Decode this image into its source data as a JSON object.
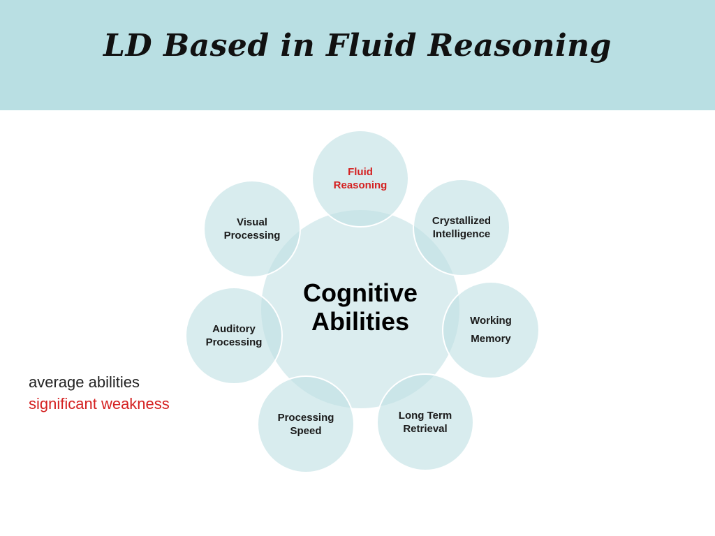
{
  "slide": {
    "title": "LD Based in Fluid Reasoning"
  },
  "diagram": {
    "center": "Cognitive Abilities",
    "satellites": {
      "fluid": {
        "line1": "Fluid",
        "line2": "Reasoning",
        "status": "significant weakness"
      },
      "crystallized": {
        "line1": "Crystallized",
        "line2": "Intelligence",
        "status": "average abilities"
      },
      "working": {
        "line1": "Working",
        "line2": "Memory",
        "status": "average abilities"
      },
      "longterm": {
        "line1": "Long Term",
        "line2": "Retrieval",
        "status": "average abilities"
      },
      "speed": {
        "line1": "Processing",
        "line2": "Speed",
        "status": "average abilities"
      },
      "auditory": {
        "line1": "Auditory",
        "line2": "Processing",
        "status": "average abilities"
      },
      "visual": {
        "line1": "Visual",
        "line2": "Processing",
        "status": "average abilities"
      }
    }
  },
  "legend": {
    "average": "average abilities",
    "weakness": "significant weakness"
  },
  "colors": {
    "title_band": "#b9dfe3",
    "circle_fill": "#bedfe2",
    "weakness": "#d42020",
    "text": "#1a1a1a"
  }
}
